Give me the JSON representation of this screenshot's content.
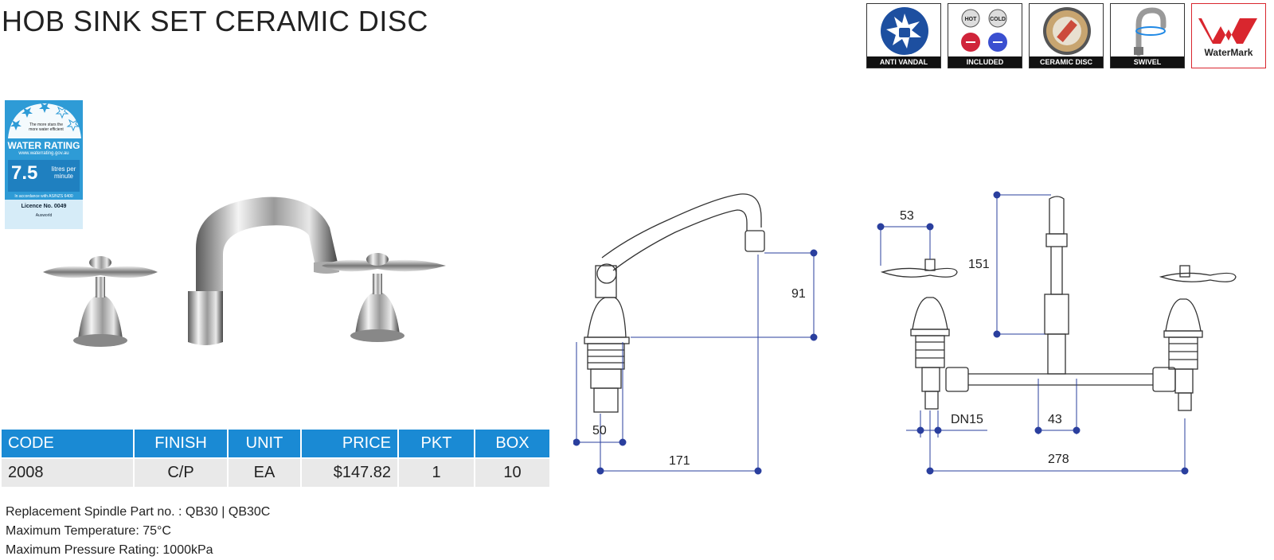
{
  "title": "HOB SINK SET CERAMIC DISC",
  "badges": [
    {
      "label": "ANTI VANDAL",
      "icon": "anti-vandal-icon"
    },
    {
      "label": "INCLUDED",
      "icon": "hot-cold-indices-icon",
      "hot": "HOT",
      "cold": "COLD"
    },
    {
      "label": "CERAMIC DISC",
      "icon": "ceramic-disc-icon"
    },
    {
      "label": "SWIVEL",
      "icon": "swivel-spout-icon"
    },
    {
      "label": "WaterMark",
      "icon": "watermark-logo"
    }
  ],
  "water_rating": {
    "stars_text": "The more stars the more water efficient",
    "title": "WATER RATING",
    "site": "www.waterrating.gov.au",
    "value": "7.5",
    "unit": "litres per minute",
    "accordance": "In accordance with AS/NZS 6400",
    "licence": "Licence No. 0049",
    "registrant": "Ausworld",
    "stars_filled": 3,
    "stars_total": 6
  },
  "table": {
    "headers": [
      "CODE",
      "FINISH",
      "UNIT",
      "PRICE",
      "PKT",
      "BOX"
    ],
    "rows": [
      [
        "2008",
        "C/P",
        "EA",
        "$147.82",
        "1",
        "10"
      ]
    ]
  },
  "notes": [
    "Replacement Spindle Part no.  : QB30 | QB30C",
    "Maximum Temperature: 75°C",
    "Maximum Pressure Rating: 1000kPa"
  ],
  "dimensions": {
    "side": {
      "height": "91",
      "base": "50",
      "reach": "171"
    },
    "front": {
      "handle": "53",
      "spout_height": "151",
      "inlet": "DN15",
      "spout_base": "43",
      "centres": "278"
    }
  },
  "colors": {
    "header_blue": "#1a8ad4",
    "row_grey": "#e9e9e9",
    "dim_blue": "#2a3f9e",
    "watermark_red": "#d9262e"
  }
}
